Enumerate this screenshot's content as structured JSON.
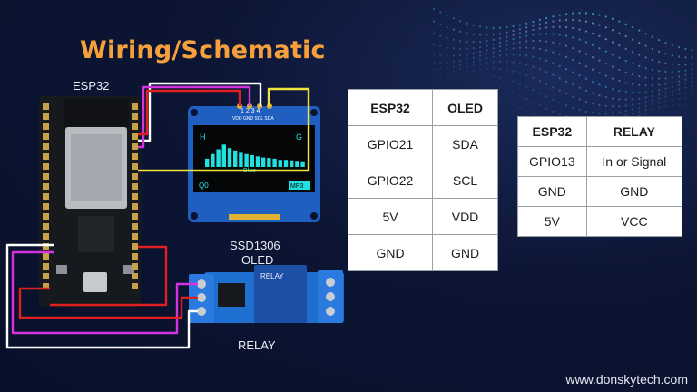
{
  "title": "Wiring/Schematic",
  "labels": {
    "esp32": "ESP32",
    "oled_line1": "SSD1306",
    "oled_line2": "OLED",
    "relay": "RELAY",
    "website": "www.donskytech.com"
  },
  "oled_screen": {
    "pin_header": "1 2 3 4",
    "pin_names": "VDD GND SCL SDA",
    "left_label": "H",
    "right_label": "G",
    "bottom_left": "Q0",
    "bottom_mid": "Blue",
    "bottom_right": "MP3",
    "bar_levels": [
      0.35,
      0.55,
      0.75,
      0.95,
      0.8,
      0.7,
      0.6,
      0.55,
      0.5,
      0.45,
      0.4,
      0.38,
      0.35,
      0.3,
      0.3,
      0.28,
      0.26,
      0.24
    ]
  },
  "relay_board": {
    "module_text": "RELAY"
  },
  "oled_table": {
    "headers": [
      "ESP32",
      "OLED"
    ],
    "rows": [
      [
        "GPIO21",
        "SDA"
      ],
      [
        "GPIO22",
        "SCL"
      ],
      [
        "5V",
        "VDD"
      ],
      [
        "GND",
        "GND"
      ]
    ]
  },
  "relay_table": {
    "headers": [
      "ESP32",
      "RELAY"
    ],
    "rows": [
      [
        "GPIO13",
        "In or Signal"
      ],
      [
        "GND",
        "GND"
      ],
      [
        "5V",
        "VCC"
      ]
    ]
  },
  "colors": {
    "title": "#f5a03c",
    "wire_white": "#ffffff",
    "wire_red": "#e02020",
    "wire_yellow": "#f2e33a",
    "wire_magenta": "#d633e0",
    "oled_board": "#1f5fc0",
    "oled_screen_cyan": "#22e0e0",
    "relay_board": "#1f6fd0"
  }
}
